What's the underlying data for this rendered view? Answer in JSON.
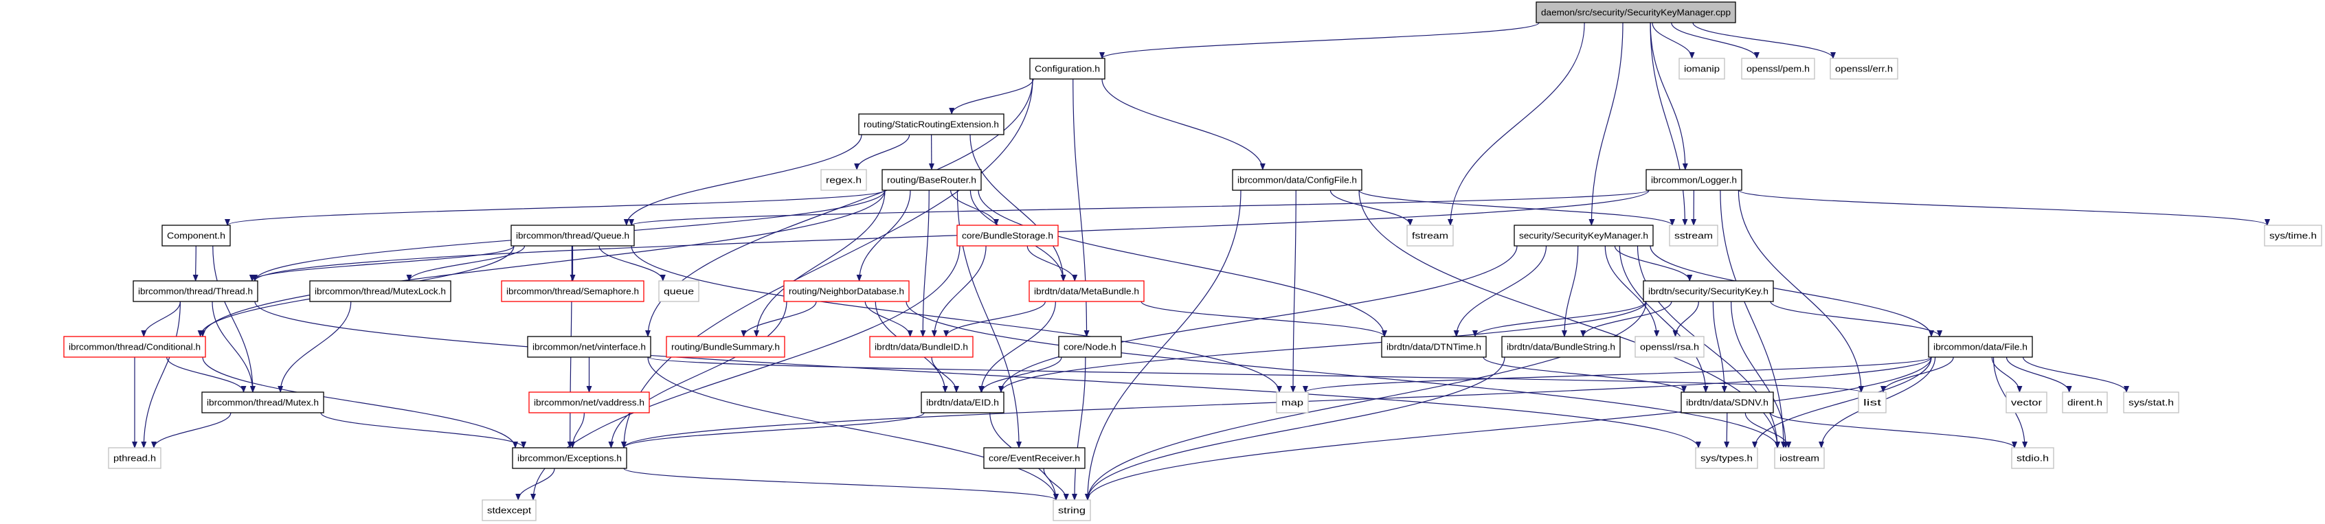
{
  "colors": {
    "edge": "#191970",
    "documented_border": "#000000",
    "incomplete_border": "#ff0000",
    "external_border": "#bfbfbf",
    "root_fill": "#bfbfbf"
  },
  "nodes": {
    "root": {
      "label": "daemon/src/security/SecurityKeyManager.cpp",
      "kind": "root"
    },
    "configuration": {
      "label": "Configuration.h",
      "kind": "documented"
    },
    "iomanip": {
      "label": "iomanip",
      "kind": "external"
    },
    "pem": {
      "label": "openssl/pem.h",
      "kind": "external"
    },
    "err": {
      "label": "openssl/err.h",
      "kind": "external"
    },
    "staticrouting": {
      "label": "routing/StaticRoutingExtension.h",
      "kind": "documented"
    },
    "regex": {
      "label": "regex.h",
      "kind": "external"
    },
    "baserouter": {
      "label": "routing/BaseRouter.h",
      "kind": "documented"
    },
    "configfile": {
      "label": "ibrcommon/data/ConfigFile.h",
      "kind": "documented"
    },
    "logger": {
      "label": "ibrcommon/Logger.h",
      "kind": "documented"
    },
    "component": {
      "label": "Component.h",
      "kind": "documented"
    },
    "queue_h": {
      "label": "ibrcommon/thread/Queue.h",
      "kind": "documented"
    },
    "bundlestorage": {
      "label": "core/BundleStorage.h",
      "kind": "incomplete"
    },
    "fstream": {
      "label": "fstream",
      "kind": "external"
    },
    "sstream": {
      "label": "sstream",
      "kind": "external"
    },
    "skm_h": {
      "label": "security/SecurityKeyManager.h",
      "kind": "documented"
    },
    "systime": {
      "label": "sys/time.h",
      "kind": "external"
    },
    "thread": {
      "label": "ibrcommon/thread/Thread.h",
      "kind": "documented"
    },
    "mutexlock": {
      "label": "ibrcommon/thread/MutexLock.h",
      "kind": "documented"
    },
    "semaphore": {
      "label": "ibrcommon/thread/Semaphore.h",
      "kind": "incomplete"
    },
    "queue": {
      "label": "queue",
      "kind": "external"
    },
    "neighbordb": {
      "label": "routing/NeighborDatabase.h",
      "kind": "incomplete"
    },
    "metabundle": {
      "label": "ibrdtn/data/MetaBundle.h",
      "kind": "incomplete"
    },
    "securitykey": {
      "label": "ibrdtn/security/SecurityKey.h",
      "kind": "documented"
    },
    "conditional": {
      "label": "ibrcommon/thread/Conditional.h",
      "kind": "incomplete"
    },
    "vinterface": {
      "label": "ibrcommon/net/vinterface.h",
      "kind": "documented"
    },
    "bundlesummary": {
      "label": "routing/BundleSummary.h",
      "kind": "incomplete"
    },
    "bundleid": {
      "label": "ibrdtn/data/BundleID.h",
      "kind": "incomplete"
    },
    "node": {
      "label": "core/Node.h",
      "kind": "documented"
    },
    "dtntime": {
      "label": "ibrdtn/data/DTNTime.h",
      "kind": "documented"
    },
    "bundlestring": {
      "label": "ibrdtn/data/BundleString.h",
      "kind": "documented"
    },
    "rsa": {
      "label": "openssl/rsa.h",
      "kind": "external"
    },
    "file": {
      "label": "ibrcommon/data/File.h",
      "kind": "documented"
    },
    "mutex": {
      "label": "ibrcommon/thread/Mutex.h",
      "kind": "documented"
    },
    "vaddress": {
      "label": "ibrcommon/net/vaddress.h",
      "kind": "incomplete"
    },
    "eid": {
      "label": "ibrdtn/data/EID.h",
      "kind": "documented"
    },
    "map": {
      "label": "map",
      "kind": "external"
    },
    "sdnv": {
      "label": "ibrdtn/data/SDNV.h",
      "kind": "documented"
    },
    "list": {
      "label": "list",
      "kind": "external"
    },
    "vector": {
      "label": "vector",
      "kind": "external"
    },
    "dirent": {
      "label": "dirent.h",
      "kind": "external"
    },
    "sysstat": {
      "label": "sys/stat.h",
      "kind": "external"
    },
    "pthread": {
      "label": "pthread.h",
      "kind": "external"
    },
    "exceptions": {
      "label": "ibrcommon/Exceptions.h",
      "kind": "documented"
    },
    "eventreceiver": {
      "label": "core/EventReceiver.h",
      "kind": "documented"
    },
    "systypes": {
      "label": "sys/types.h",
      "kind": "external"
    },
    "iostream": {
      "label": "iostream",
      "kind": "external"
    },
    "stdio": {
      "label": "stdio.h",
      "kind": "external"
    },
    "stdexcept": {
      "label": "stdexcept",
      "kind": "external"
    },
    "string": {
      "label": "string",
      "kind": "external"
    }
  },
  "edges": [
    [
      "root",
      "configuration"
    ],
    [
      "root",
      "iomanip"
    ],
    [
      "root",
      "pem"
    ],
    [
      "root",
      "err"
    ],
    [
      "root",
      "logger"
    ],
    [
      "root",
      "sstream"
    ],
    [
      "root",
      "skm_h"
    ],
    [
      "root",
      "fstream"
    ],
    [
      "configuration",
      "staticrouting"
    ],
    [
      "configuration",
      "configfile"
    ],
    [
      "configuration",
      "node"
    ],
    [
      "configuration",
      "exceptions"
    ],
    [
      "configuration",
      "vinterface"
    ],
    [
      "staticrouting",
      "regex"
    ],
    [
      "staticrouting",
      "baserouter"
    ],
    [
      "staticrouting",
      "metabundle"
    ],
    [
      "staticrouting",
      "queue_h"
    ],
    [
      "baserouter",
      "component"
    ],
    [
      "baserouter",
      "thread"
    ],
    [
      "baserouter",
      "conditional"
    ],
    [
      "baserouter",
      "bundlestorage"
    ],
    [
      "baserouter",
      "neighbordb"
    ],
    [
      "baserouter",
      "bundleid"
    ],
    [
      "baserouter",
      "metabundle"
    ],
    [
      "baserouter",
      "bundlesummary"
    ],
    [
      "baserouter",
      "dtntime"
    ],
    [
      "baserouter",
      "eventreceiver"
    ],
    [
      "configfile",
      "fstream"
    ],
    [
      "configfile",
      "sstream"
    ],
    [
      "configfile",
      "map"
    ],
    [
      "configfile",
      "string"
    ],
    [
      "configfile",
      "iostream"
    ],
    [
      "logger",
      "queue_h"
    ],
    [
      "logger",
      "thread"
    ],
    [
      "logger",
      "sstream"
    ],
    [
      "logger",
      "list"
    ],
    [
      "logger",
      "iostream"
    ],
    [
      "logger",
      "systime"
    ],
    [
      "component",
      "thread"
    ],
    [
      "component",
      "mutex"
    ],
    [
      "queue_h",
      "thread"
    ],
    [
      "queue_h",
      "conditional"
    ],
    [
      "queue_h",
      "mutexlock"
    ],
    [
      "queue_h",
      "semaphore"
    ],
    [
      "queue_h",
      "queue"
    ],
    [
      "queue_h",
      "exceptions"
    ],
    [
      "queue_h",
      "map"
    ],
    [
      "thread",
      "conditional"
    ],
    [
      "thread",
      "mutex"
    ],
    [
      "thread",
      "pthread"
    ],
    [
      "thread",
      "systypes"
    ],
    [
      "mutexlock",
      "mutex"
    ],
    [
      "conditional",
      "mutex"
    ],
    [
      "conditional",
      "pthread"
    ],
    [
      "conditional",
      "exceptions"
    ],
    [
      "mutex",
      "pthread"
    ],
    [
      "mutex",
      "exceptions"
    ],
    [
      "vinterface",
      "vaddress"
    ],
    [
      "vinterface",
      "list"
    ],
    [
      "vinterface",
      "string"
    ],
    [
      "vaddress",
      "exceptions"
    ],
    [
      "exceptions",
      "stdexcept"
    ],
    [
      "exceptions",
      "string"
    ],
    [
      "bundlestorage",
      "metabundle"
    ],
    [
      "bundlestorage",
      "bundleid"
    ],
    [
      "bundlestorage",
      "stdexcept"
    ],
    [
      "neighbordb",
      "bundlesummary"
    ],
    [
      "neighbordb",
      "bundleid"
    ],
    [
      "neighbordb",
      "eid"
    ],
    [
      "neighbordb",
      "exceptions"
    ],
    [
      "neighbordb",
      "iostream"
    ],
    [
      "metabundle",
      "bundleid"
    ],
    [
      "metabundle",
      "eid"
    ],
    [
      "metabundle",
      "dtntime"
    ],
    [
      "bundleid",
      "eid"
    ],
    [
      "node",
      "eid"
    ],
    [
      "node",
      "string"
    ],
    [
      "eid",
      "exceptions"
    ],
    [
      "eid",
      "string"
    ],
    [
      "eventreceiver",
      "string"
    ],
    [
      "dtntime",
      "sdnv"
    ],
    [
      "bundlestring",
      "string"
    ],
    [
      "skm_h",
      "eid"
    ],
    [
      "skm_h",
      "dtntime"
    ],
    [
      "skm_h",
      "bundlestring"
    ],
    [
      "skm_h",
      "rsa"
    ],
    [
      "skm_h",
      "securitykey"
    ],
    [
      "skm_h",
      "sdnv"
    ],
    [
      "skm_h",
      "iostream"
    ],
    [
      "skm_h",
      "file"
    ],
    [
      "securitykey",
      "dtntime"
    ],
    [
      "securitykey",
      "bundlestring"
    ],
    [
      "securitykey",
      "rsa"
    ],
    [
      "securitykey",
      "file"
    ],
    [
      "securitykey",
      "sdnv"
    ],
    [
      "securitykey",
      "iostream"
    ],
    [
      "securitykey",
      "string"
    ],
    [
      "securitykey",
      "eid"
    ],
    [
      "file",
      "list"
    ],
    [
      "file",
      "map"
    ],
    [
      "file",
      "vector"
    ],
    [
      "file",
      "dirent"
    ],
    [
      "file",
      "sysstat"
    ],
    [
      "file",
      "iostream"
    ],
    [
      "file",
      "stdio"
    ],
    [
      "file",
      "systypes"
    ],
    [
      "file",
      "exceptions"
    ],
    [
      "file",
      "string"
    ],
    [
      "sdnv",
      "systypes"
    ],
    [
      "sdnv",
      "iostream"
    ],
    [
      "sdnv",
      "stdio"
    ]
  ]
}
